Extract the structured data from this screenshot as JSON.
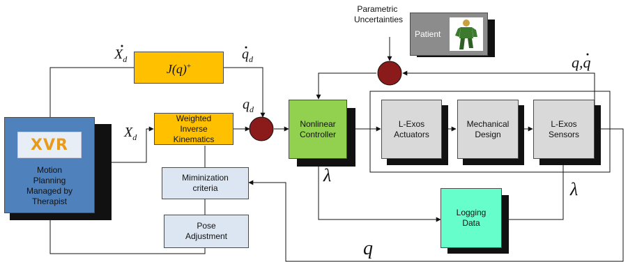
{
  "diagram": {
    "parametric_uncertainties": "Parametric\nUncertainties",
    "patient_label": "Patient",
    "jacobian_label": "J(q)",
    "jacobian_sup": "+",
    "weighted_ik_label": "Weighted\nInverse\nKinematics",
    "minimization_label": "Miminization\ncriteria",
    "pose_adjustment_label": "Pose\nAdjustment",
    "motion_planning_label": "Motion\nPlanning\nManaged by\nTherapist",
    "logo_text": "XVR",
    "nonlinear_controller_label": "Nonlinear\nController",
    "actuators_label": "L-Exos\nActuators",
    "mechanical_label": "Mechanical\nDesign",
    "sensors_label": "L-Exos\nSensors",
    "logging_label": "Logging\nData",
    "sym_xdot_d_main": "X",
    "sym_xdot_d_sub": "d",
    "sym_qdot_d_main": "q",
    "sym_qdot_d_sub": "d",
    "sym_x_d_main": "X",
    "sym_x_d_sub": "d",
    "sym_q_d_main": "q",
    "sym_q_d_sub": "d",
    "sym_q_qdot": "q,q",
    "sym_lambda_left": "λ",
    "sym_lambda_right": "λ",
    "sym_q_bottom": "q"
  },
  "colors": {
    "gold": "#FFC000",
    "steel_blue": "#4F81BD",
    "green": "#92D050",
    "gray_box": "#D9D9D9",
    "light_blue": "#DCE6F2",
    "patient_gray": "#8C8C8C",
    "mint": "#66FFCC",
    "summing_node": "#8B1A1A"
  },
  "icons": [
    "patient-figure-icon",
    "xvr-logo-icon",
    "summing-junction-icon"
  ]
}
